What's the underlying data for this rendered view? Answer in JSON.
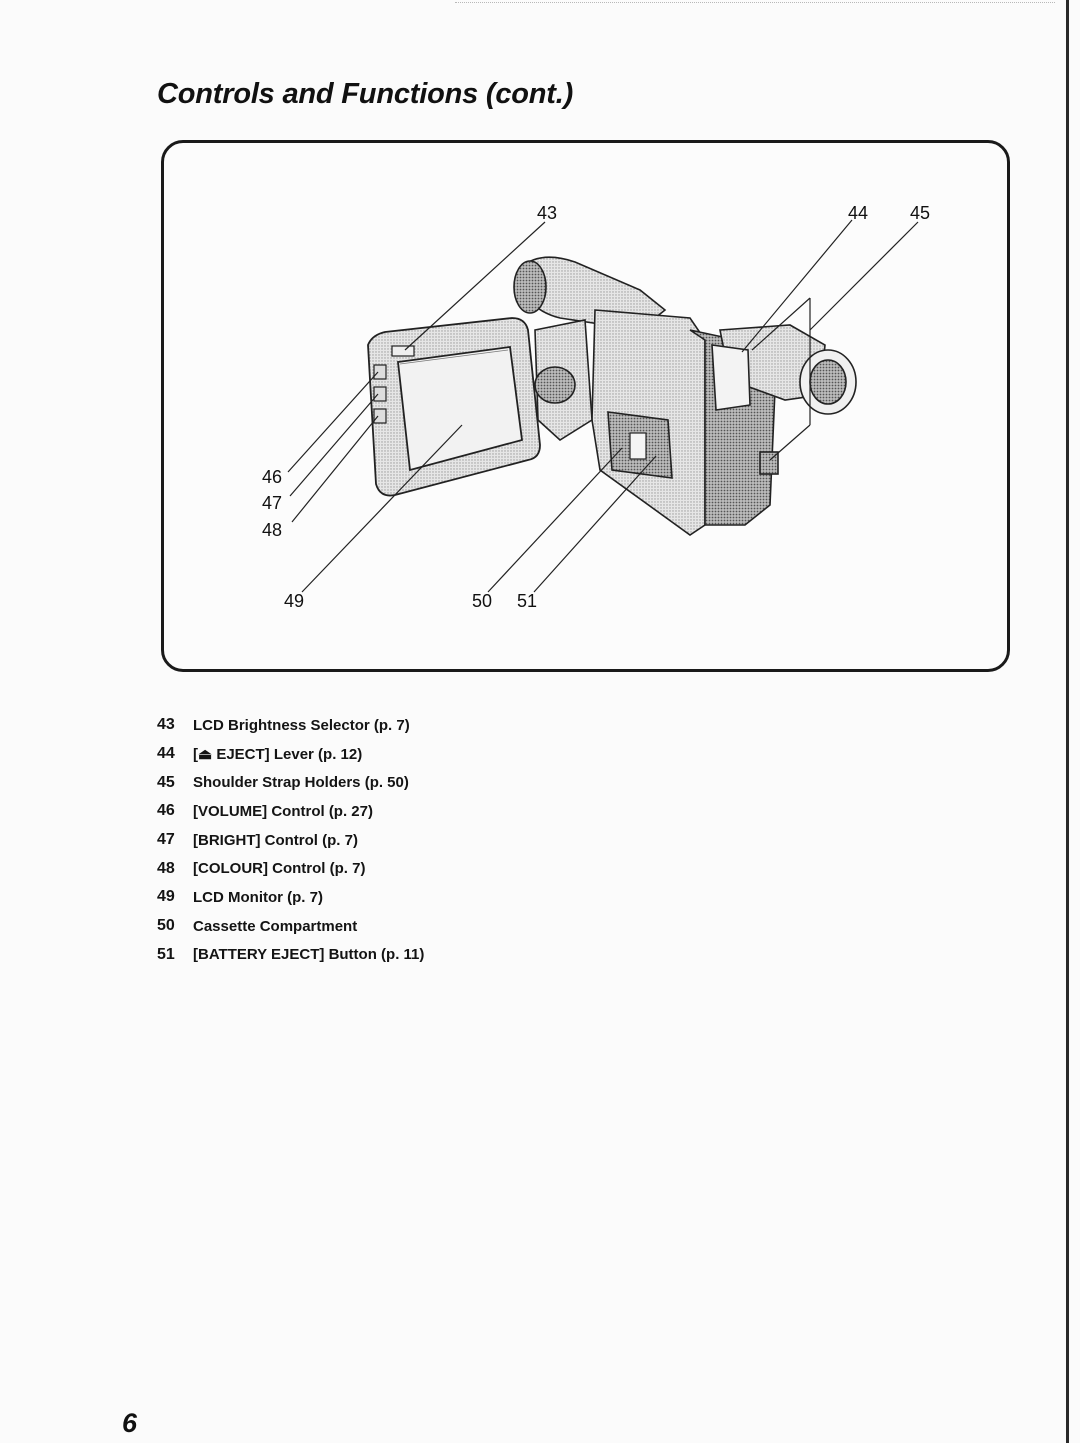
{
  "title": "Controls and Functions (cont.)",
  "figure": {
    "description_icon": "camcorder-illustration",
    "callouts": [
      "43",
      "44",
      "45",
      "46",
      "47",
      "48",
      "49",
      "50",
      "51"
    ]
  },
  "legend": [
    {
      "number": "43",
      "text": "LCD Brightness Selector (p. 7)"
    },
    {
      "number": "44",
      "text": "[⏏ EJECT] Lever (p. 12)"
    },
    {
      "number": "45",
      "text": "Shoulder Strap Holders (p. 50)"
    },
    {
      "number": "46",
      "text": "[VOLUME] Control (p. 27)"
    },
    {
      "number": "47",
      "text": "[BRIGHT] Control (p. 7)"
    },
    {
      "number": "48",
      "text": "[COLOUR] Control (p. 7)"
    },
    {
      "number": "49",
      "text": "LCD Monitor (p. 7)"
    },
    {
      "number": "50",
      "text": "Cassette Compartment"
    },
    {
      "number": "51",
      "text": "[BATTERY EJECT] Button (p. 11)"
    }
  ],
  "page_number": "6"
}
